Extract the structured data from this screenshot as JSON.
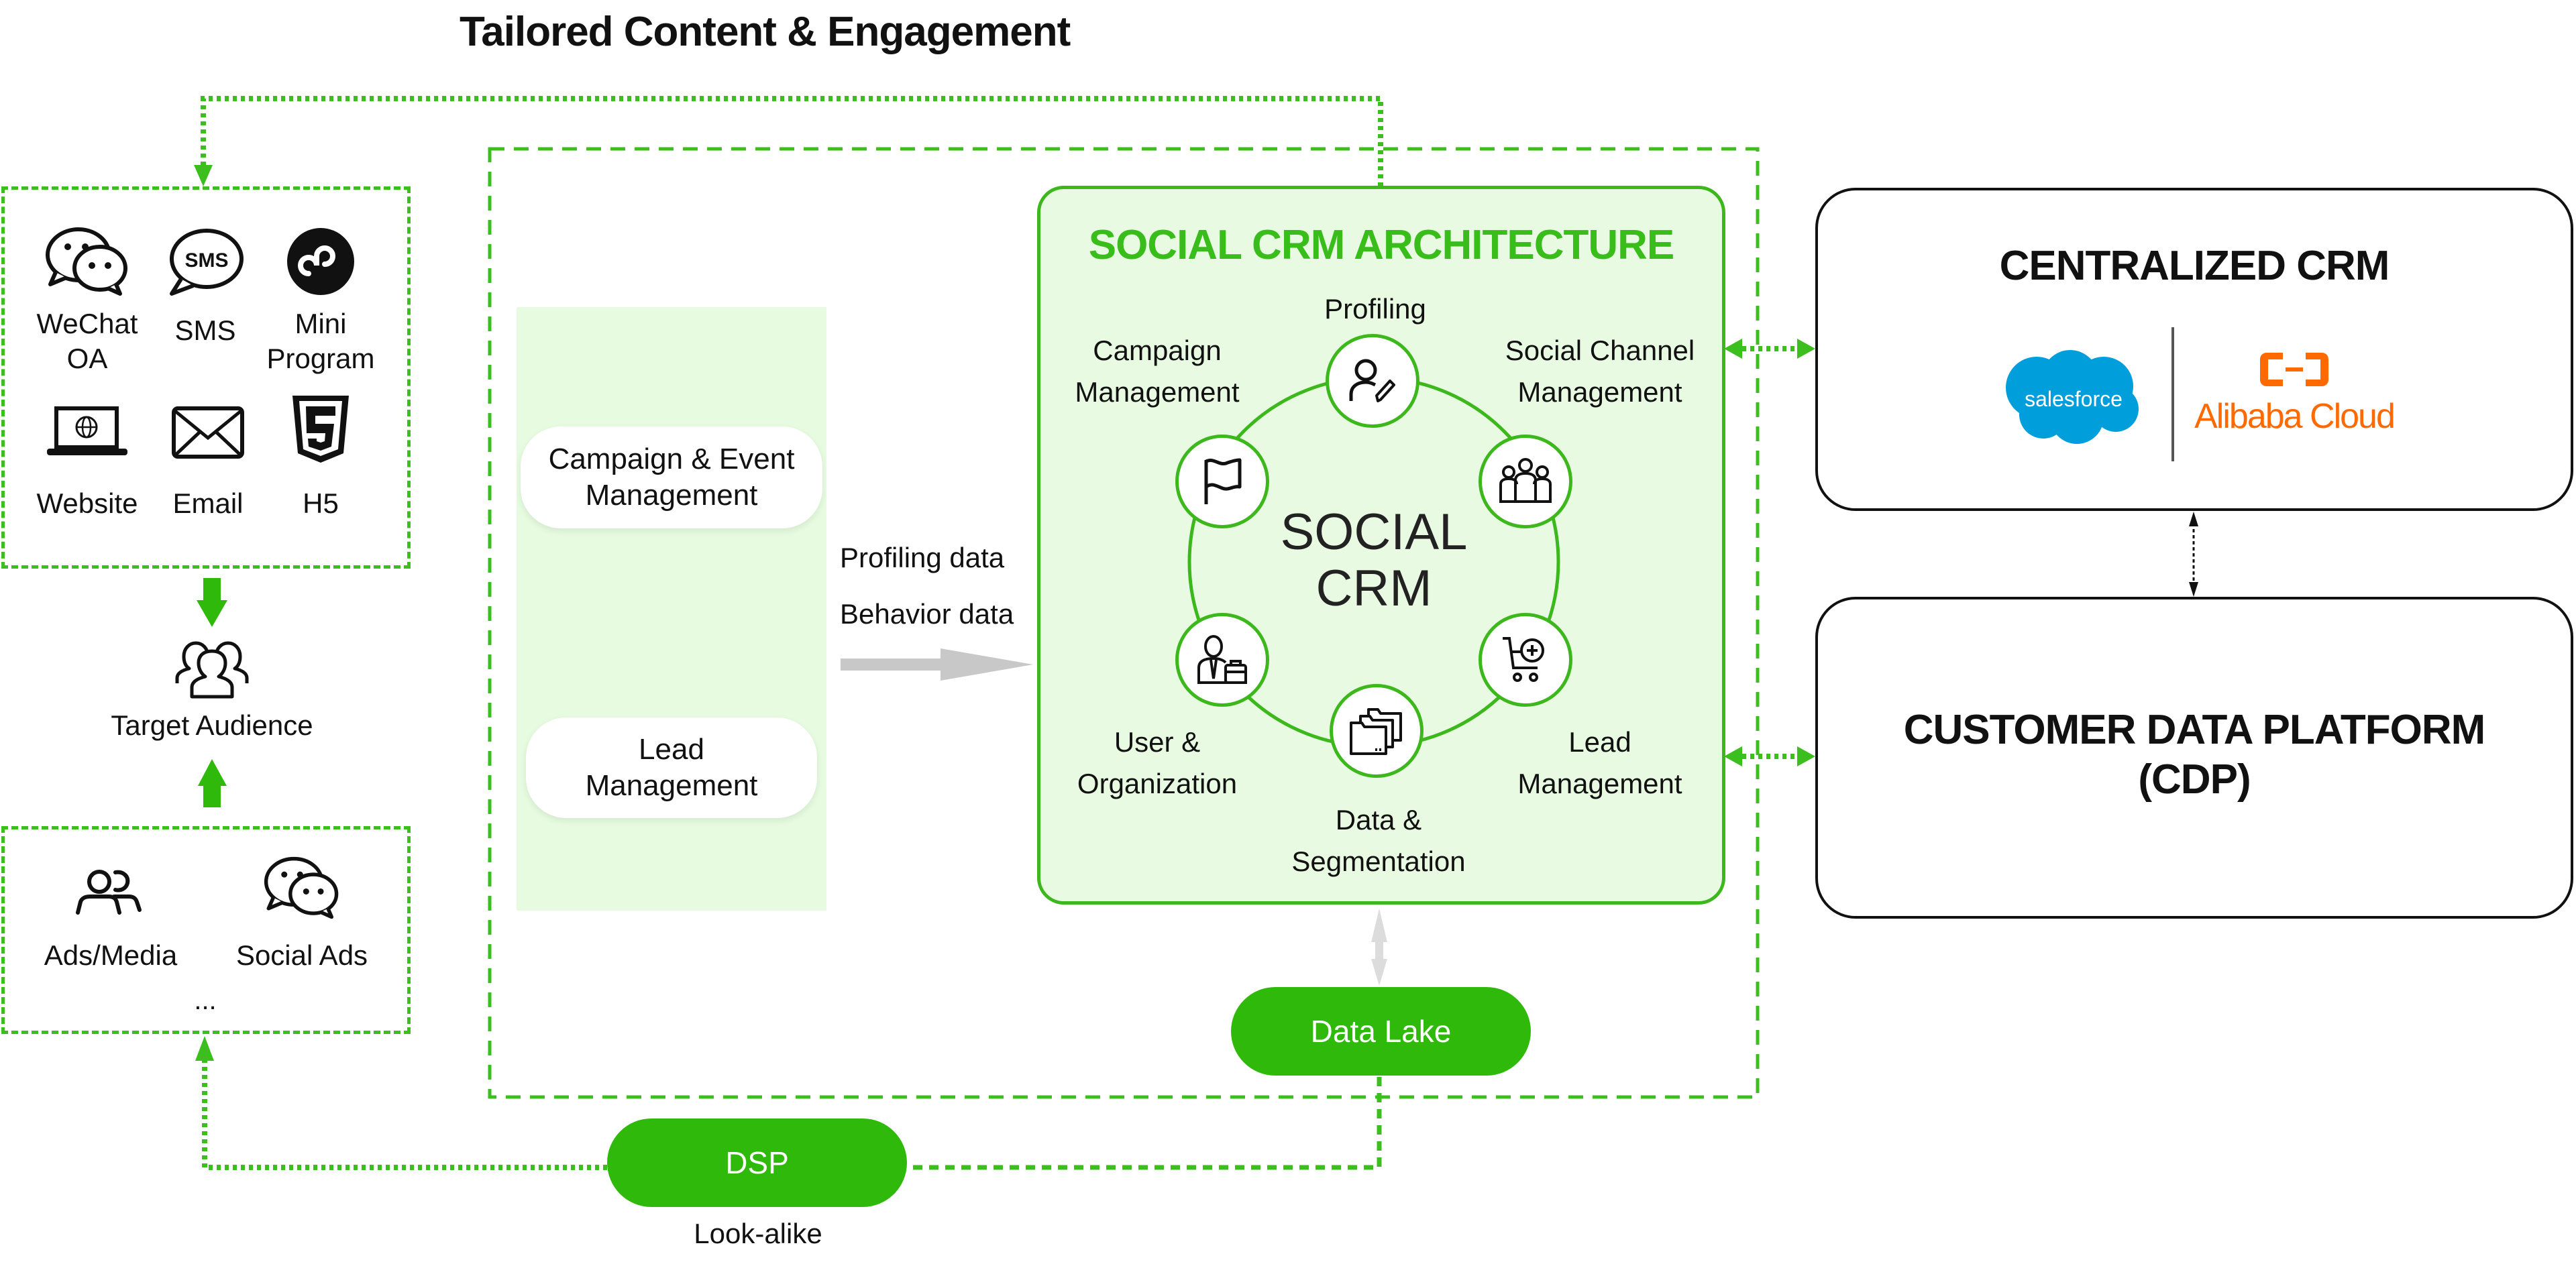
{
  "title": "Tailored Content & Engagement",
  "colors": {
    "accent_green": "#2fb90b",
    "dashed_green": "#3cbf1e",
    "panel_green": "#e6fbe0",
    "crm_box_fill": "#e8fbe2",
    "salesforce_blue": "#009edb",
    "alibaba_orange": "#ff6a00",
    "gray_arrow": "#c8c8c8"
  },
  "channels": [
    {
      "label": "WeChat\nOA",
      "icon": "wechat-icon"
    },
    {
      "label": "SMS",
      "icon": "sms-icon"
    },
    {
      "label": "Mini\nProgram",
      "icon": "mini-program-icon"
    },
    {
      "label": "Website",
      "icon": "laptop-globe-icon"
    },
    {
      "label": "Email",
      "icon": "envelope-icon"
    },
    {
      "label": "H5",
      "icon": "html5-icon"
    }
  ],
  "target_audience": {
    "label": "Target Audience",
    "icon": "audience-group-icon"
  },
  "ads": {
    "items": [
      {
        "label": "Ads/Media",
        "icon": "users-icon"
      },
      {
        "label": "Social Ads",
        "icon": "chat-bubbles-icon"
      }
    ],
    "more": "..."
  },
  "left_panel": {
    "top": "Campaign & Event\nManagement",
    "bottom": "Lead\nManagement"
  },
  "flow_labels": {
    "line1": "Profiling data",
    "line2": "Behavior data"
  },
  "social_crm": {
    "title": "SOCIAL CRM ARCHITECTURE",
    "center": "SOCIAL\nCRM",
    "nodes": [
      {
        "label": "Profiling",
        "icon": "user-edit-icon"
      },
      {
        "label": "Social Channel\nManagement",
        "icon": "group-icon"
      },
      {
        "label": "Lead\nManagement",
        "icon": "cart-plus-icon"
      },
      {
        "label": "Data &\nSegmentation",
        "icon": "folders-icon"
      },
      {
        "label": "User &\nOrganization",
        "icon": "businessman-icon"
      },
      {
        "label": "Campaign\nManagement",
        "icon": "flag-icon"
      }
    ]
  },
  "centralized_crm": {
    "title": "CENTRALIZED CRM",
    "logos": [
      {
        "name": "salesforce",
        "text": "salesforce"
      },
      {
        "name": "alibaba-cloud",
        "text": "Alibaba Cloud"
      }
    ]
  },
  "cdp": {
    "title": "CUSTOMER DATA PLATFORM\n(CDP)"
  },
  "data_lake": {
    "label": "Data Lake"
  },
  "dsp": {
    "label": "DSP",
    "caption": "Look-alike"
  }
}
